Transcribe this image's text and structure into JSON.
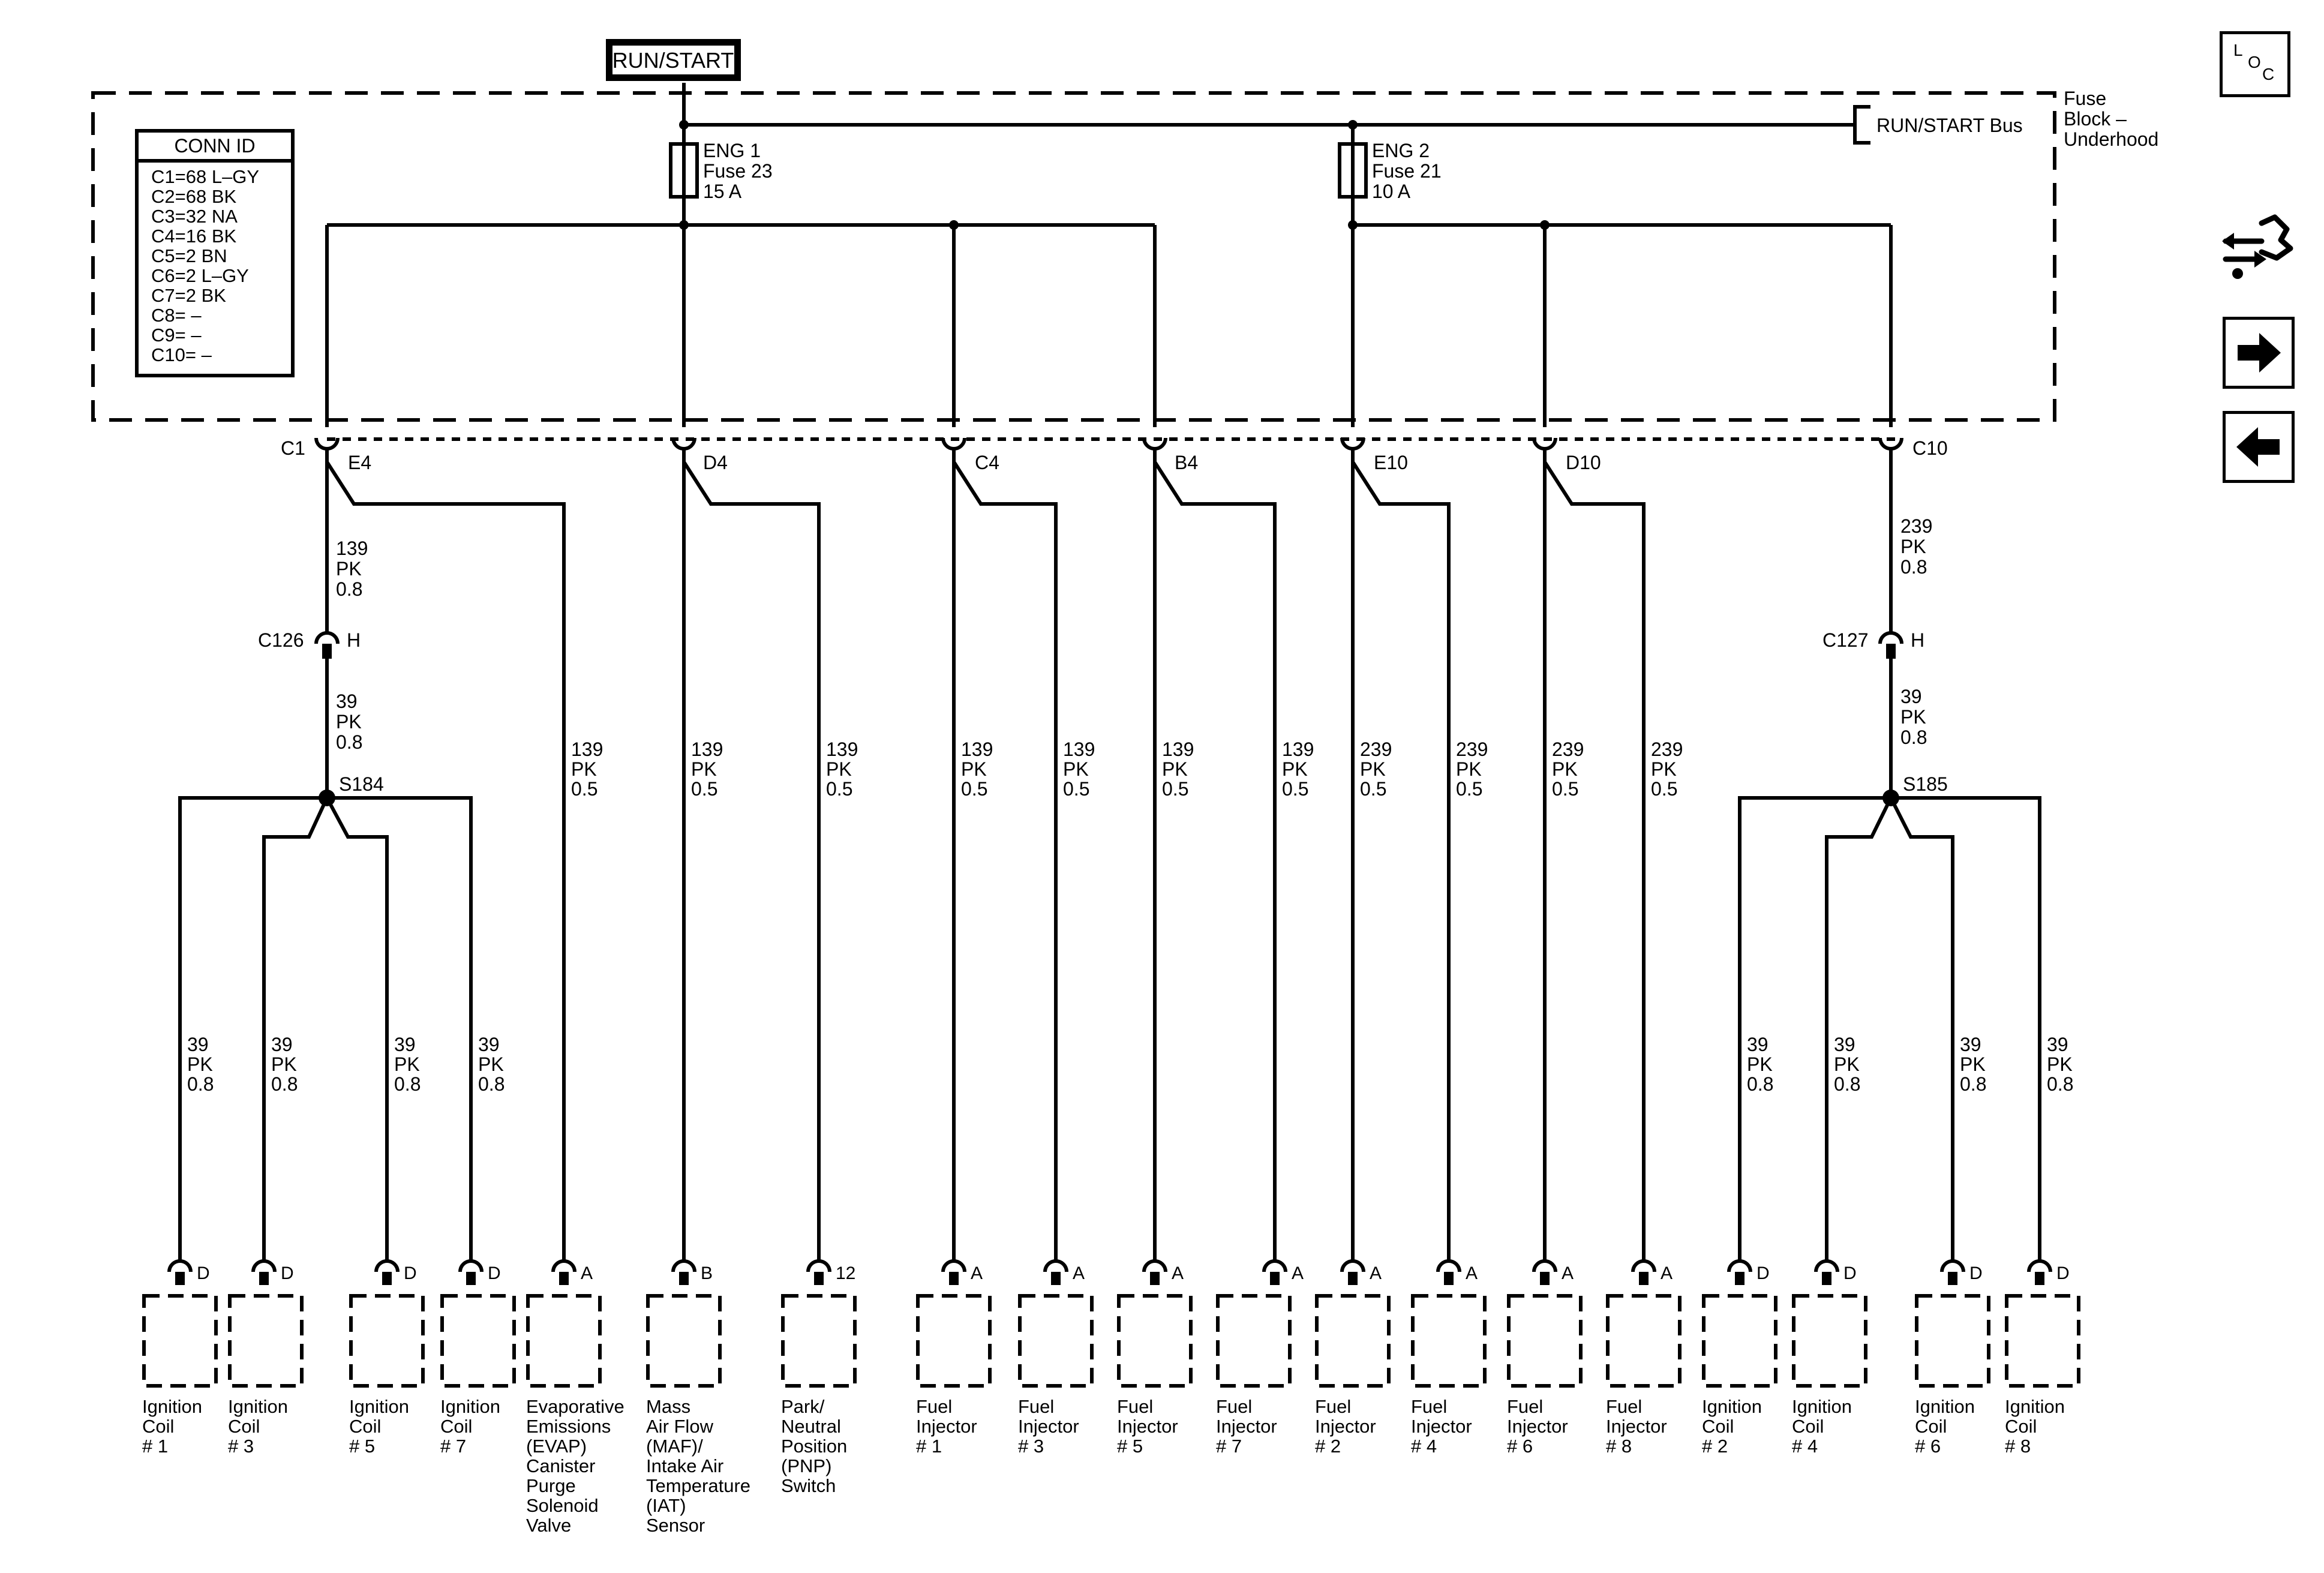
{
  "header": {
    "power_label": "RUN/START",
    "fuse_block_label": [
      "Fuse",
      "Block –",
      "Underhood"
    ],
    "bus_label": "RUN/START Bus"
  },
  "conn_id": {
    "title": "CONN ID",
    "rows": [
      "C1=68 L–GY",
      "C2=68 BK",
      "C3=32 NA",
      "C4=16 BK",
      "C5=2 BN",
      "C6=2 L–GY",
      "C7=2 BK",
      "C8= –",
      "C9= –",
      "C10= –"
    ]
  },
  "fuses": [
    {
      "name": "ENG 1",
      "fuse": "Fuse 23",
      "rating": "15 A"
    },
    {
      "name": "ENG 2",
      "fuse": "Fuse 21",
      "rating": "10 A"
    }
  ],
  "connector_labels": {
    "c1": "C1",
    "c10": "C10",
    "pins": [
      "E4",
      "D4",
      "C4",
      "B4",
      "E10",
      "D10"
    ]
  },
  "inline_connectors": [
    {
      "name": "C126",
      "pin": "H"
    },
    {
      "name": "C127",
      "pin": "H"
    }
  ],
  "splices": [
    "S184",
    "S185"
  ],
  "wires": {
    "c1_to_c126": [
      "139",
      "PK",
      "0.8"
    ],
    "c126_to_s184": [
      "39",
      "PK",
      "0.8"
    ],
    "c10_to_c127": [
      "239",
      "PK",
      "0.8"
    ],
    "c127_to_s185": [
      "39",
      "PK",
      "0.8"
    ]
  },
  "circuits": [
    {
      "wire": [
        "39",
        "PK",
        "0.8"
      ],
      "pin": "D",
      "label": [
        "Ignition",
        "Coil",
        "# 1"
      ]
    },
    {
      "wire": [
        "39",
        "PK",
        "0.8"
      ],
      "pin": "D",
      "label": [
        "Ignition",
        "Coil",
        "# 3"
      ]
    },
    {
      "wire": [
        "39",
        "PK",
        "0.8"
      ],
      "pin": "D",
      "label": [
        "Ignition",
        "Coil",
        "# 5"
      ]
    },
    {
      "wire": [
        "39",
        "PK",
        "0.8"
      ],
      "pin": "D",
      "label": [
        "Ignition",
        "Coil",
        "# 7"
      ]
    },
    {
      "wire": [
        "139",
        "PK",
        "0.5"
      ],
      "pin": "A",
      "label": [
        "Evaporative",
        "Emissions",
        "(EVAP)",
        "Canister",
        "Purge",
        "Solenoid",
        "Valve"
      ]
    },
    {
      "wire": [
        "139",
        "PK",
        "0.5"
      ],
      "pin": "B",
      "label": [
        "Mass",
        "Air Flow",
        "(MAF)/",
        "Intake Air",
        "Temperature",
        "(IAT)",
        "Sensor"
      ]
    },
    {
      "wire": [
        "139",
        "PK",
        "0.5"
      ],
      "pin": "12",
      "label": [
        "Park/",
        "Neutral",
        "Position",
        "(PNP)",
        "Switch"
      ]
    },
    {
      "wire": [
        "139",
        "PK",
        "0.5"
      ],
      "pin": "A",
      "label": [
        "Fuel",
        "Injector",
        "# 1"
      ]
    },
    {
      "wire": [
        "139",
        "PK",
        "0.5"
      ],
      "pin": "A",
      "label": [
        "Fuel",
        "Injector",
        "# 3"
      ]
    },
    {
      "wire": [
        "139",
        "PK",
        "0.5"
      ],
      "pin": "A",
      "label": [
        "Fuel",
        "Injector",
        "# 5"
      ]
    },
    {
      "wire": [
        "139",
        "PK",
        "0.5"
      ],
      "pin": "A",
      "label": [
        "Fuel",
        "Injector",
        "# 7"
      ]
    },
    {
      "wire": [
        "239",
        "PK",
        "0.5"
      ],
      "pin": "A",
      "label": [
        "Fuel",
        "Injector",
        "# 2"
      ]
    },
    {
      "wire": [
        "239",
        "PK",
        "0.5"
      ],
      "pin": "A",
      "label": [
        "Fuel",
        "Injector",
        "# 4"
      ]
    },
    {
      "wire": [
        "239",
        "PK",
        "0.5"
      ],
      "pin": "A",
      "label": [
        "Fuel",
        "Injector",
        "# 6"
      ]
    },
    {
      "wire": [
        "239",
        "PK",
        "0.5"
      ],
      "pin": "A",
      "label": [
        "Fuel",
        "Injector",
        "# 8"
      ]
    },
    {
      "wire": [
        "39",
        "PK",
        "0.8"
      ],
      "pin": "D",
      "label": [
        "Ignition",
        "Coil",
        "# 2"
      ]
    },
    {
      "wire": [
        "39",
        "PK",
        "0.8"
      ],
      "pin": "D",
      "label": [
        "Ignition",
        "Coil",
        "# 4"
      ]
    },
    {
      "wire": [
        "39",
        "PK",
        "0.8"
      ],
      "pin": "D",
      "label": [
        "Ignition",
        "Coil",
        "# 6"
      ]
    },
    {
      "wire": [
        "39",
        "PK",
        "0.8"
      ],
      "pin": "D",
      "label": [
        "Ignition",
        "Coil",
        "# 8"
      ]
    }
  ],
  "nav": {
    "loc_letters": [
      "L",
      "O",
      "C"
    ],
    "icons": [
      "component-view-icon",
      "forward-arrow-icon",
      "back-arrow-icon"
    ]
  }
}
